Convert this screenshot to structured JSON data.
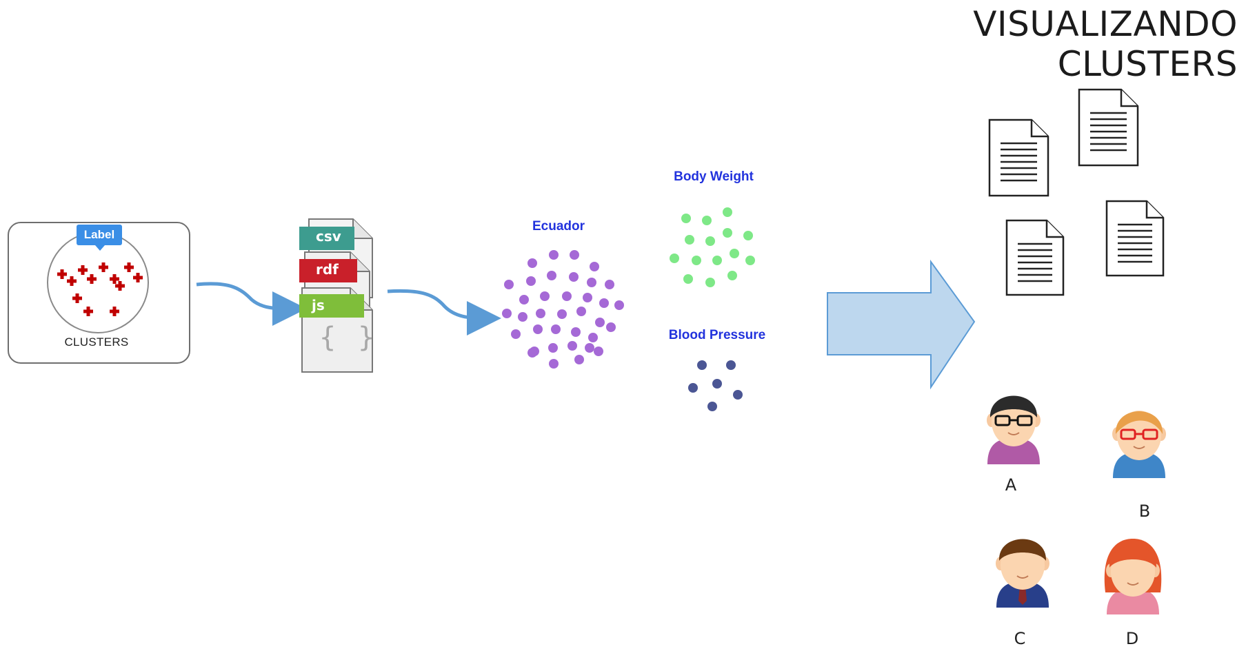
{
  "title": "VISUALIZANDO CLUSTERS",
  "source_box": {
    "badge": "Label",
    "caption": "CLUSTERS"
  },
  "file_types": [
    "csv",
    "rdf",
    "js"
  ],
  "file_braces": "{ }",
  "clusters": [
    {
      "label": "Ecuador",
      "color": "#a569d6"
    },
    {
      "label": "Body Weight",
      "color": "#7ee887"
    },
    {
      "label": "Blood Pressure",
      "color": "#4b5694"
    }
  ],
  "people": [
    "A",
    "B",
    "C",
    "D"
  ],
  "colors": {
    "flow_arrow": "#5b9bd5",
    "big_arrow_fill": "#bdd7ee",
    "big_arrow_stroke": "#5b9bd5",
    "marker": "#c00000",
    "badge": "#3a8ee6",
    "tab_csv": "#3d9c8f",
    "tab_rdf": "#c9202a",
    "tab_js": "#7fbe3a"
  }
}
